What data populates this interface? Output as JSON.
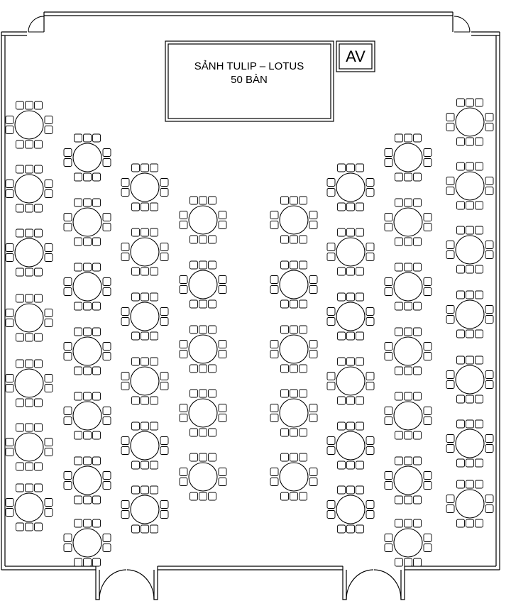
{
  "stage": {
    "title": "SẢNH TULIP – LOTUS",
    "subtitle": "50 BÀN"
  },
  "av_booth": {
    "label": "AV"
  },
  "layout": {
    "table_count": 50,
    "seats_per_table": 10
  }
}
